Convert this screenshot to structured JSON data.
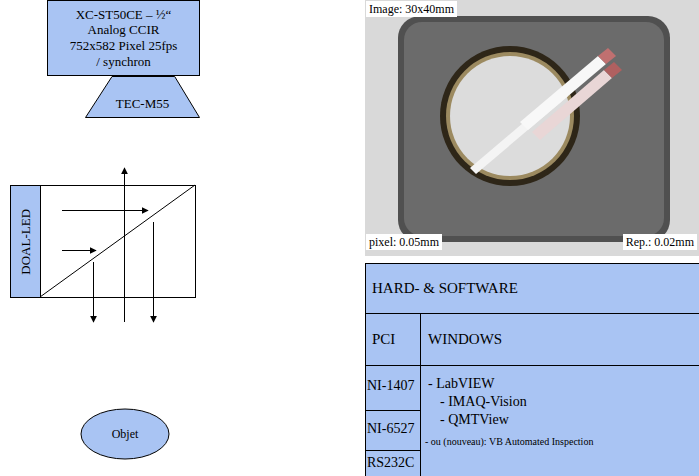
{
  "diagram": {
    "nodes": [
      {
        "text": [
          "XC-ST50CE – ½“ Analog CCIR 752x582 Pixel 25fps / synchron"
        ]
      },
      {
        "text": [
          "TEC-M55"
        ]
      },
      {
        "text": [
          "DOAL-LED"
        ]
      },
      {
        "text": [
          "Objet"
        ]
      }
    ],
    "labels": [
      "Image: 30x40mm",
      "pixel: 0.05mm",
      "Rep.: 0.02mm",
      "HARD- & SOFTWARE",
      "PCI",
      "WINDOWS",
      "NI-1407",
      "NI-6527",
      "RS232C",
      "- LabVIEW",
      "- IMAQ-Vision",
      "- QMTView",
      "- ou (nouveau): VB Automated Inspection"
    ]
  }
}
